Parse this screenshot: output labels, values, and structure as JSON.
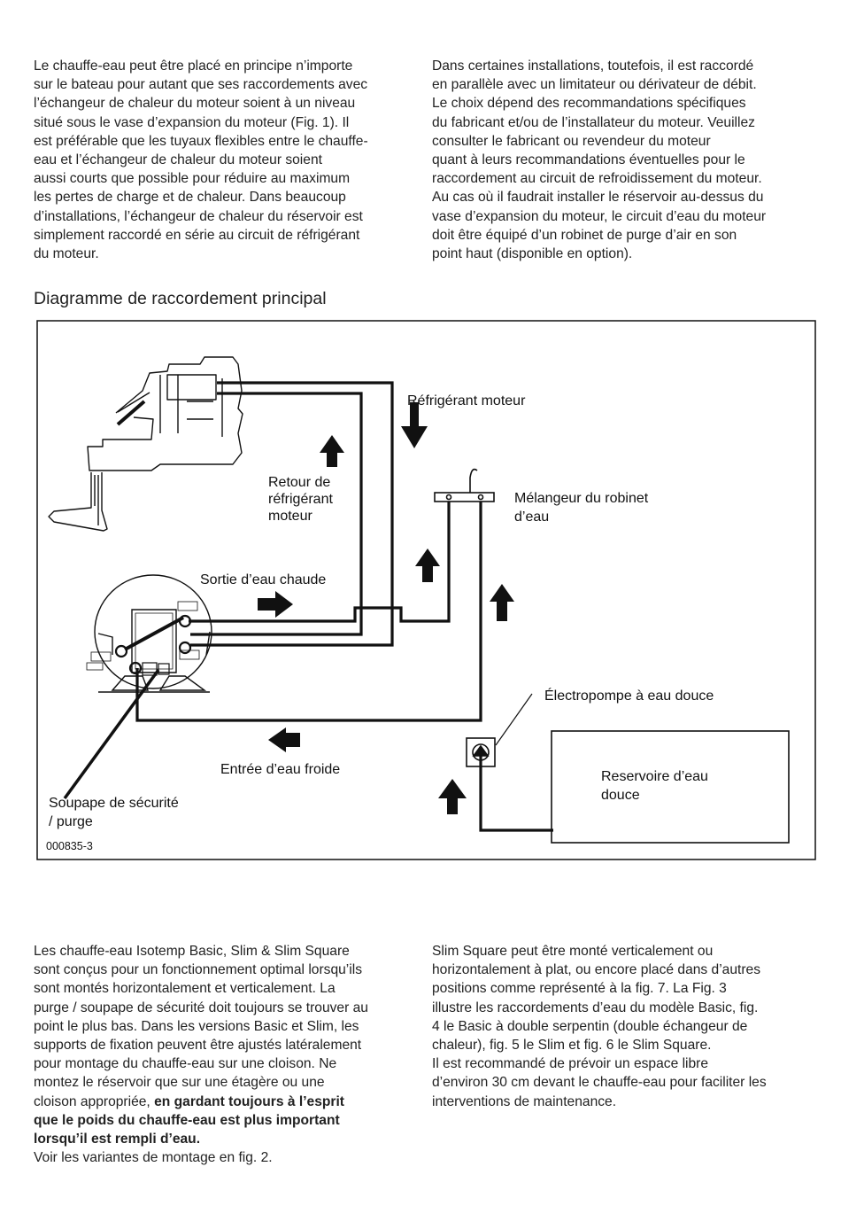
{
  "text_top_left": [
    "Le chauffe-eau peut être placé en principe n’importe",
    "sur le bateau pour autant que ses raccordements avec",
    "l’échangeur de chaleur du moteur soient à un niveau",
    "situé sous le vase d’expansion du moteur (Fig. 1). Il",
    "est préférable que les tuyaux flexibles entre le chauffe-",
    "eau et l’échangeur de chaleur du moteur soient",
    "aussi courts que possible pour réduire au maximum",
    "les pertes de charge et de chaleur. Dans beaucoup",
    "d’installations, l’échangeur de chaleur du réservoir est",
    "simplement raccordé en série au circuit de réfrigérant",
    "du moteur."
  ],
  "text_top_right": [
    "Dans certaines installations, toutefois, il est raccordé",
    "en parallèle avec un limitateur ou dérivateur de débit.",
    "Le choix dépend des recommandations spécifiques",
    "du fabricant et/ou de l’installateur du moteur. Veuillez",
    "consulter le fabricant ou revendeur du moteur",
    "quant à leurs recommandations éventuelles pour le",
    "raccordement au circuit de refroidissement du moteur.",
    "Au cas où il faudrait installer le réservoir au-dessus du",
    "vase d’expansion du moteur, le circuit d’eau du moteur",
    "doit être équipé d’un robinet de purge d’air en son",
    "point haut (disponible en option)."
  ],
  "heading": "Diagramme de raccordement principal",
  "diagram": {
    "refrigerant_moteur": "Réfrigérant moteur",
    "retour": [
      "Retour de",
      "réfrigérant",
      "moteur"
    ],
    "sortie_eau_chaude": "Sortie d’eau chaude",
    "melangeur": [
      "Mélangeur du robinet",
      "d’eau"
    ],
    "electropompe": "Électropompe à eau douce",
    "reservoir": [
      "Reservoire d’eau",
      "douce"
    ],
    "entree_eau_froide": "Entrée d’eau froide",
    "soupape": [
      "Soupape de sécurité",
      "/ purge"
    ],
    "code": "000835-3"
  },
  "text_bottom_left": {
    "lines": [
      "Les chauffe-eau Isotemp Basic, Slim & Slim Square",
      "sont conçus pour un fonctionnement optimal lorsqu’ils",
      "sont montés horizontalement et verticalement. La",
      "purge / soupape de sécurité doit toujours se trouver au",
      "point le plus bas. Dans les versions Basic et Slim, les",
      "supports de fixation peuvent être ajustés latéralement",
      "pour montage du chauffe-eau sur une cloison. Ne",
      "montez le réservoir que sur une étagère ou une"
    ],
    "line_9_normal": "cloison appropriée, ",
    "line_9_bold": "en gardant toujours à l’esprit",
    "bold_lines": [
      "que le poids du chauffe-eau est plus important",
      "lorsqu’il est rempli d’eau."
    ],
    "last_line": "Voir les variantes de montage en fig. 2."
  },
  "text_bottom_right": [
    "Slim Square peut être monté verticalement ou",
    "horizontalement à plat, ou encore placé dans d’autres",
    "positions comme représenté à la fig. 7. La Fig. 3",
    "illustre les raccordements d’eau du modèle Basic, fig.",
    "4 le Basic à double serpentin (double échangeur de",
    "chaleur), fig. 5 le Slim et fig. 6 le Slim Square.",
    "Il est recommandé de prévoir un espace libre",
    "d’environ 30 cm devant le chauffe-eau pour faciliter les",
    "interventions de maintenance."
  ]
}
